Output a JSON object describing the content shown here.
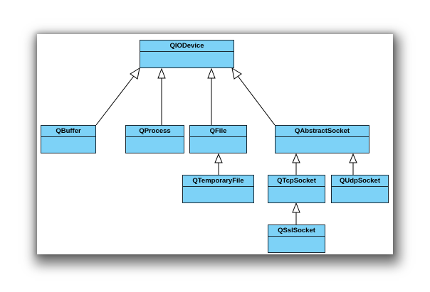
{
  "diagram": {
    "classes": {
      "qiodevice": "QIODevice",
      "qbuffer": "QBuffer",
      "qprocess": "QProcess",
      "qfile": "QFile",
      "qabstractsocket": "QAbstractSocket",
      "qtemporaryfile": "QTemporaryFile",
      "qtcpsocket": "QTcpSocket",
      "qudpsocket": "QUdpSocket",
      "qsslsocket": "QSslSocket"
    },
    "inheritance": [
      [
        "qbuffer",
        "qiodevice"
      ],
      [
        "qprocess",
        "qiodevice"
      ],
      [
        "qfile",
        "qiodevice"
      ],
      [
        "qabstractsocket",
        "qiodevice"
      ],
      [
        "qtemporaryfile",
        "qfile"
      ],
      [
        "qtcpsocket",
        "qabstractsocket"
      ],
      [
        "qudpsocket",
        "qabstractsocket"
      ],
      [
        "qsslsocket",
        "qtcpsocket"
      ]
    ],
    "colors": {
      "class_fill": "#7dd2f7",
      "class_border": "#1c2a34",
      "edge": "#000000"
    }
  }
}
